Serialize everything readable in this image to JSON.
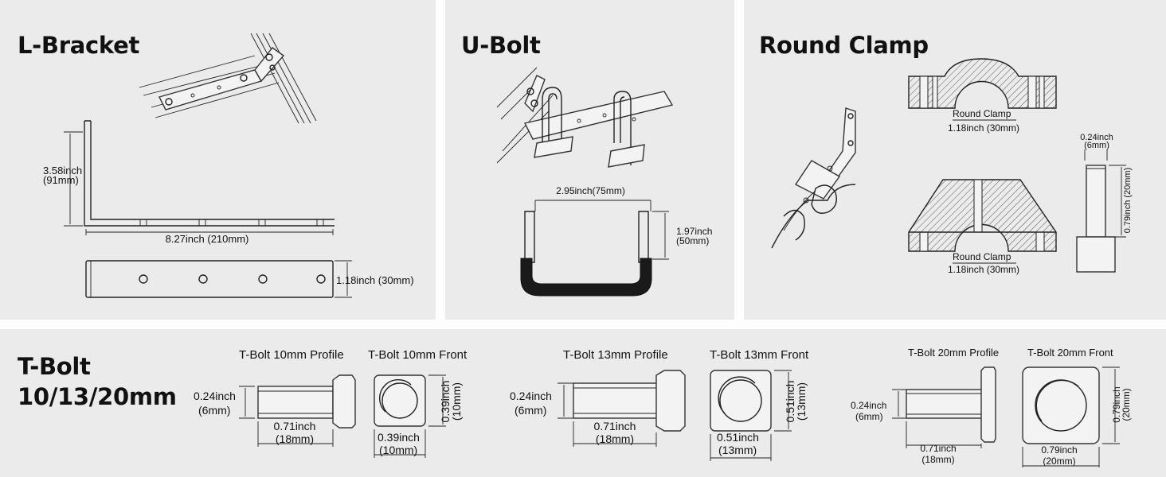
{
  "lbracket": {
    "title": "L-Bracket",
    "height_dim": "3.58inch",
    "height_dim_mm": "(91mm)",
    "length_dim": "8.27inch (210mm)",
    "width_dim": "1.18inch (30mm)"
  },
  "ubolt": {
    "title": "U-Bolt",
    "width_dim": "2.95inch(75mm)",
    "height_dim": "1.97inch",
    "height_dim_mm": "(50mm)"
  },
  "clamp": {
    "title": "Round Clamp",
    "top_label": "Round Clamp",
    "top_dim": "1.18inch (30mm)",
    "bottom_label": "Round Clamp",
    "bottom_dim": "1.18inch (30mm)",
    "bolt_width": "0.24inch",
    "bolt_width_mm": "(6mm)",
    "bolt_length": "0.79inch (20mm)"
  },
  "tbolt": {
    "title_line1": "T-Bolt",
    "title_line2": "10/13/20mm",
    "t10_profile": {
      "caption": "T-Bolt 10mm Profile",
      "dia": "0.24inch",
      "dia_mm": "(6mm)",
      "len": "0.71inch",
      "len_mm": "(18mm)"
    },
    "t10_front": {
      "caption": "T-Bolt 10mm Front",
      "side": "0.39inch (10mm)",
      "width": "0.39inch",
      "width_mm": "(10mm)"
    },
    "t13_profile": {
      "caption": "T-Bolt 13mm Profile",
      "dia": "0.24inch",
      "dia_mm": "(6mm)",
      "len": "0.71inch",
      "len_mm": "(18mm)"
    },
    "t13_front": {
      "caption": "T-Bolt 13mm Front",
      "side": "0.51inch (13mm)",
      "width": "0.51inch",
      "width_mm": "(13mm)"
    },
    "t20_profile": {
      "caption": "T-Bolt 20mm Profile",
      "dia": "0.24inch",
      "dia_mm": "(6mm)",
      "len": "0.71inch",
      "len_mm": "(18mm)"
    },
    "t20_front": {
      "caption": "T-Bolt 20mm Front",
      "side": "0.79inch (20mm)",
      "width": "0.79inch",
      "width_mm": "(20mm)"
    }
  }
}
